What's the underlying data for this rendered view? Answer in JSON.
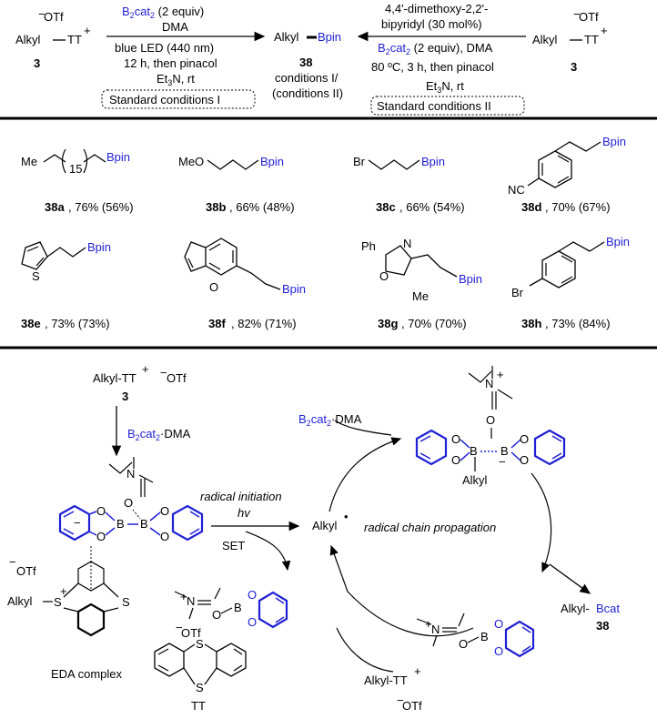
{
  "top": {
    "left_reactant": {
      "counter_ion": "OTf",
      "charge": "−",
      "label": "Alkyl",
      "tt": "TT",
      "plus": "+",
      "number": "3"
    },
    "right_reactant": {
      "counter_ion": "OTf",
      "charge": "−",
      "label": "Alkyl",
      "tt": "TT",
      "plus": "+",
      "number": "3"
    },
    "cond1": {
      "reagent": "B2cat2 (2 equiv)",
      "solvent": "DMA",
      "light": "blue LED (440 nm)",
      "time": "12 h, then pinacol",
      "base": "Et3N, rt",
      "name": "Standard conditions I"
    },
    "cond2": {
      "ligand1": "4,4'-dimethoxy-2,2'-",
      "ligand2": "bipyridyl (30 mol%)",
      "reagent": "B2cat2 (2 equiv), DMA",
      "temp": "80 ºC, 3 h, then pinacol",
      "base": "Et3N, rt",
      "name": "Standard conditions II"
    },
    "product": {
      "alkyl": "Alkyl",
      "bpin": "Bpin",
      "number": "38",
      "line1": "conditions I/",
      "line2": "(conditions II)"
    }
  },
  "scope": [
    {
      "id": "38a",
      "yield": ", 76% (56%)",
      "sub": "15",
      "me": "Me",
      "bpin": "Bpin"
    },
    {
      "id": "38b",
      "yield": ", 66% (48%)",
      "group": "MeO",
      "bpin": "Bpin"
    },
    {
      "id": "38c",
      "yield": ", 66% (54%)",
      "group": "Br",
      "bpin": "Bpin"
    },
    {
      "id": "38d",
      "yield": ", 70% (67%)",
      "group": "NC",
      "bpin": "Bpin"
    },
    {
      "id": "38e",
      "yield": ", 73% (73%)",
      "hetero": "S",
      "bpin": "Bpin"
    },
    {
      "id": "38f",
      "yield": ", 82% (71%)",
      "hetero": "O",
      "bpin": "Bpin"
    },
    {
      "id": "38g",
      "yield": ", 70% (70%)",
      "ph": "Ph",
      "n": "N",
      "o": "O",
      "me": "Me",
      "bpin": "Bpin"
    },
    {
      "id": "38h",
      "yield": ", 73% (84%)",
      "group": "Br",
      "bpin": "Bpin"
    }
  ],
  "mechanism": {
    "start": {
      "label": "Alkyl-TT",
      "plus": "+",
      "counter": "OTf",
      "minus": "−",
      "number": "3"
    },
    "reagent": "B2cat2·DMA",
    "n": "N",
    "o": "O",
    "b": "B",
    "dot": "•",
    "minus": "−",
    "plus": "+",
    "initiation": "radical initiation",
    "hv": "hv",
    "set": "SET",
    "radical": "Alkyl",
    "propagation": "radical chain propagation",
    "eda": "EDA complex",
    "otf": "OTf",
    "alkyl_s": "Alkyl",
    "s": "S",
    "tt": "TT",
    "top_reagent": "B2cat2·DMA",
    "ate_alkyl": "Alkyl",
    "product": {
      "alkyl": "Alkyl-",
      "bcat": "Bcat",
      "number": "38"
    },
    "regen": {
      "label": "Alkyl-TT",
      "plus": "+",
      "counter": "OTf",
      "minus": "−"
    }
  }
}
